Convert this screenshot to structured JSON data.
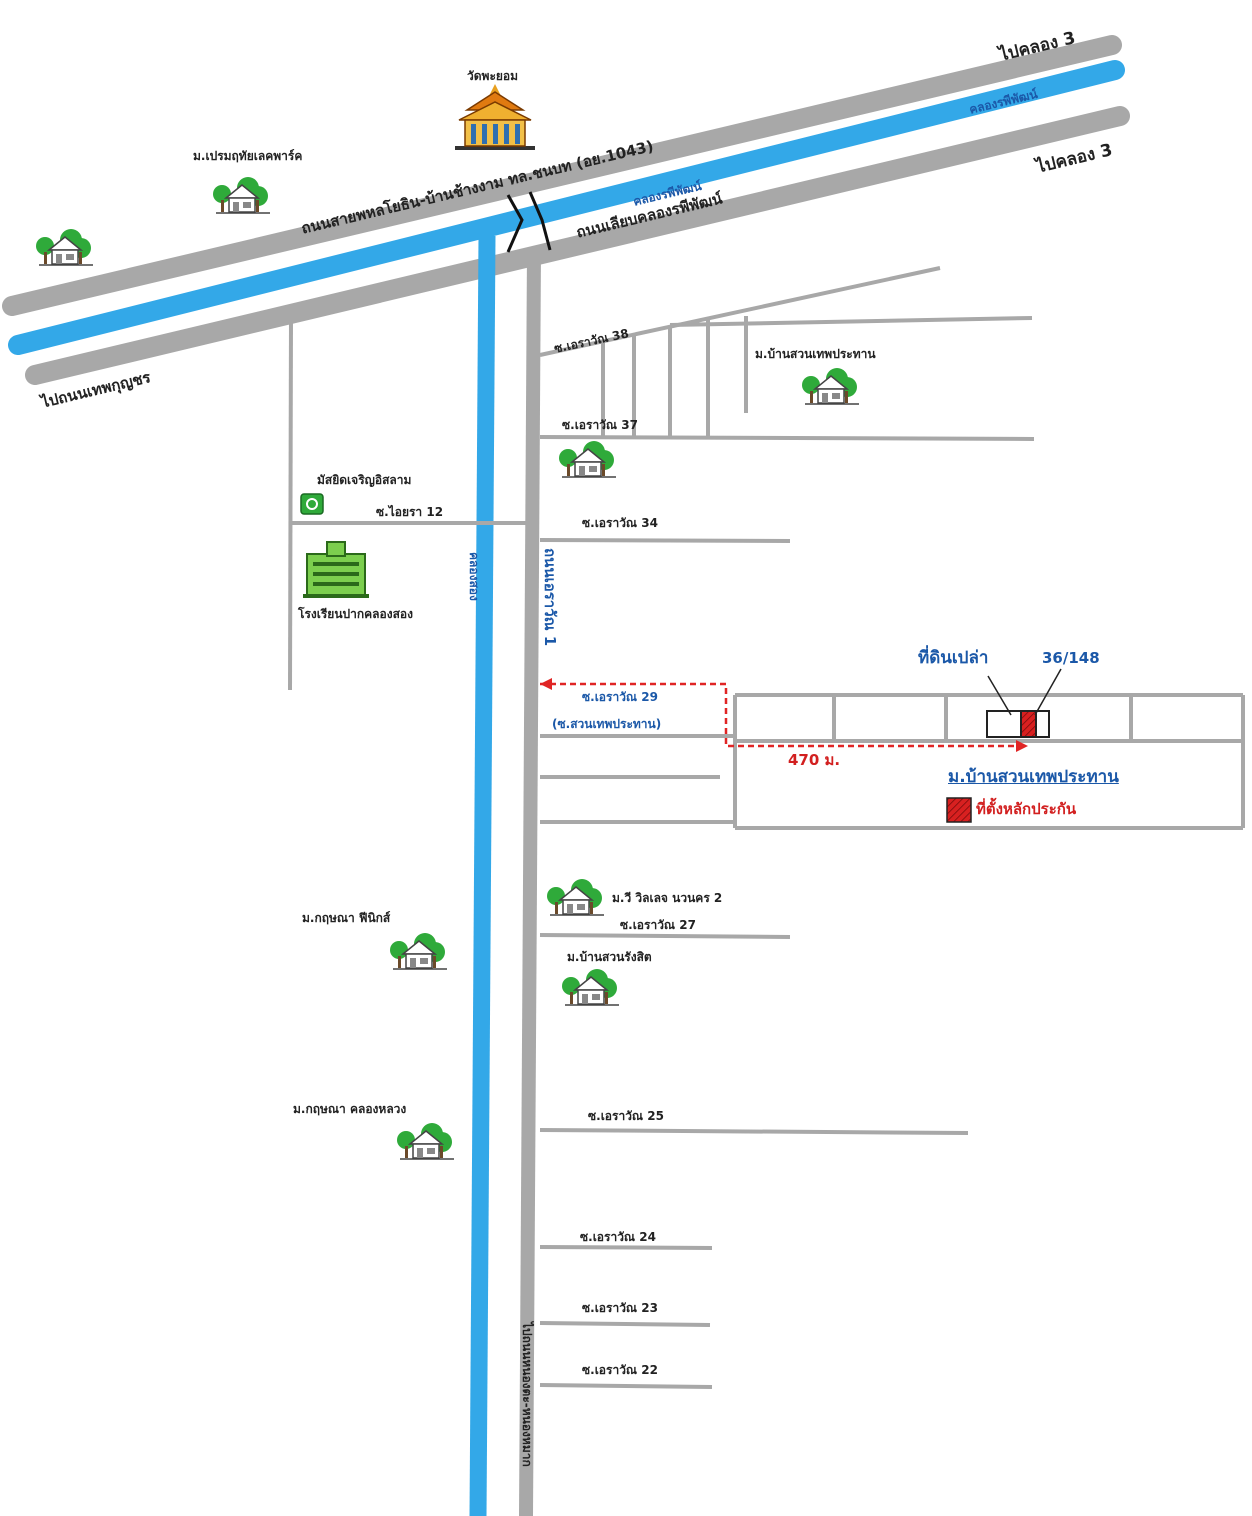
{
  "colors": {
    "road": "#a8a8a8",
    "canal": "#33a8e8",
    "lot_fill": "#d82020",
    "route": "#e02525",
    "tree": "#2faa3a",
    "house": "#7a7a7a",
    "text": "#222222",
    "blue_text": "#1b58a8"
  },
  "roads": {
    "main_highway": "ถนนสายพหลโยธิน-บ้านช้างงาม ทล.ชนบท (อย.1043)",
    "canal_side_road": "ถนนเลียบคลองรพีพัฒน์",
    "to_khlong3_top": "ไปคลอง 3",
    "to_khlong3_mid": "ไปคลอง 3",
    "to_thep_kunchon": "ไปถนนเทพกุญชร",
    "ueravan1": "ถนนเอราวัณ 1",
    "to_lam_luk_ka": "ไปถนนหนองตะ-หนองหมาก"
  },
  "canals": {
    "rapiphat_top": "คลองรพีพัฒน์",
    "rapiphat_mid": "คลองรพีพัฒน์",
    "khlong_song": "คลองสอง"
  },
  "sois": {
    "s38": "ซ.เอราวัณ 38",
    "s37": "ซ.เอราวัณ 37",
    "s34": "ซ.เอราวัณ 34",
    "s29": "ซ.เอราวัณ 29",
    "s29_alt": "(ซ.สวนเทพประทาน)",
    "s27": "ซ.เอราวัณ 27",
    "s25": "ซ.เอราวัณ 25",
    "s24": "ซ.เอราวัณ 24",
    "s23": "ซ.เอราวัณ 23",
    "s22": "ซ.เอราวัณ 22",
    "aiyara12": "ซ.ไอยรา 12"
  },
  "places": {
    "temple": "วัดพะยอม",
    "prem": "ม.เปรมฤทัยเลคพาร์ค",
    "suanthep_top": "ม.บ้านสวนเทพประทาน",
    "mosque": "มัสยิดเจริญอิสลาม",
    "school": "โรงเรียนปากคลองสอง",
    "krisana_phoenix": "ม.กฤษณา ฟีนิกส์",
    "villa_nakorn": "ม.วี วิลเลจ นวนคร 2",
    "suan_rangsit": "ม.บ้านสวนรังสิต",
    "krisana_khlongluang": "ม.กฤษณา คลองหลวง"
  },
  "site": {
    "vacant_land": "ที่ดินเปล่า",
    "plot_number": "36/148",
    "distance": "470 ม.",
    "village": "ม.บ้านสวนเทพประทาน",
    "legend_label": "ที่ตั้งหลักประกัน"
  },
  "icons": {
    "house_tree": "house-tree-icon",
    "temple": "temple-icon",
    "mosque": "mosque-icon",
    "school": "school-icon"
  }
}
